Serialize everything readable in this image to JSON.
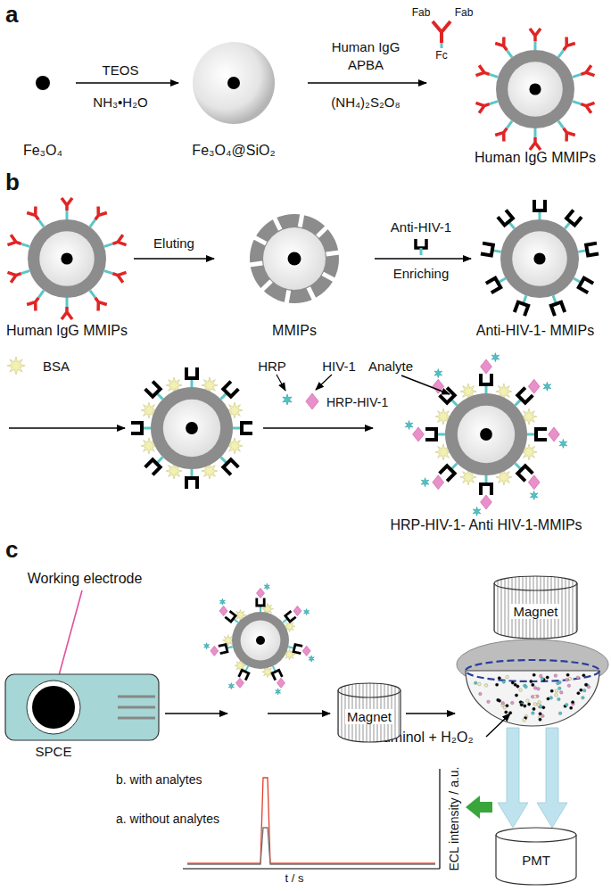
{
  "diagram": {
    "nodes": [
      {
        "text": [
          "SPCE"
        ]
      },
      {
        "text": [
          "Magnet"
        ]
      },
      {
        "text": [
          "Magnet"
        ]
      },
      {
        "text": [
          "PMT"
        ]
      }
    ],
    "labels": [
      "a",
      "Fe₃O₄",
      "TEOS",
      "NH₃•H₂O",
      "Fe₃O₄@SiO₂",
      "Fab",
      "Fab",
      "Fc",
      "Human IgG",
      "APBA",
      "(NH₄)₂S₂O₈",
      "Human IgG MMIPs",
      "b",
      "Human IgG MMIPs",
      "Eluting",
      "MMIPs",
      "Anti-HIV-1",
      "Enriching",
      "Anti-HIV-1- MMIPs",
      "BSA",
      "HRP",
      "HIV-1",
      "Analyte",
      "HRP-HIV-1",
      "HRP-HIV-1- Anti HIV-1-MMIPs",
      "c",
      "Working electrode",
      "Luminol + H₂O₂",
      "b. with analytes",
      "a. without analytes",
      "ECL intensity / a.u.",
      "t / s"
    ]
  }
}
